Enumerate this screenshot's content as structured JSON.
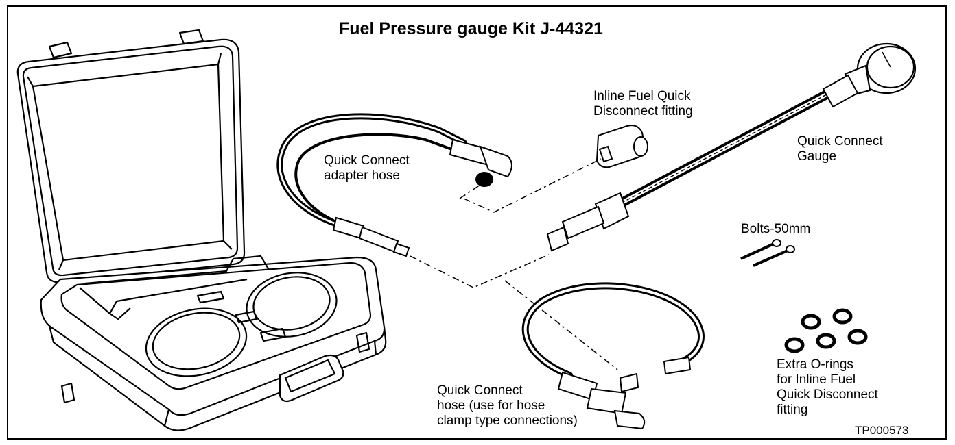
{
  "title": "Fuel Pressure gauge Kit J-44321",
  "figure_id": "TP000573",
  "labels": {
    "inline_fitting": "Inline Fuel Quick\nDisconnect fitting",
    "adapter_hose": "Quick Connect\nadapter hose",
    "gauge": "Quick Connect\nGauge",
    "bolts": "Bolts-50mm",
    "o_rings": "Extra O-rings\nfor Inline Fuel\nQuick Disconnect\nfitting",
    "clamp_hose": "Quick Connect\nhose (use for hose\nclamp type connections)"
  },
  "colors": {
    "ink": "#000000",
    "paper": "#ffffff"
  },
  "icons": [
    "carrying-case-icon",
    "pressure-gauge-icon",
    "hose-icon",
    "fitting-icon",
    "bolt-icon",
    "o-ring-icon"
  ]
}
